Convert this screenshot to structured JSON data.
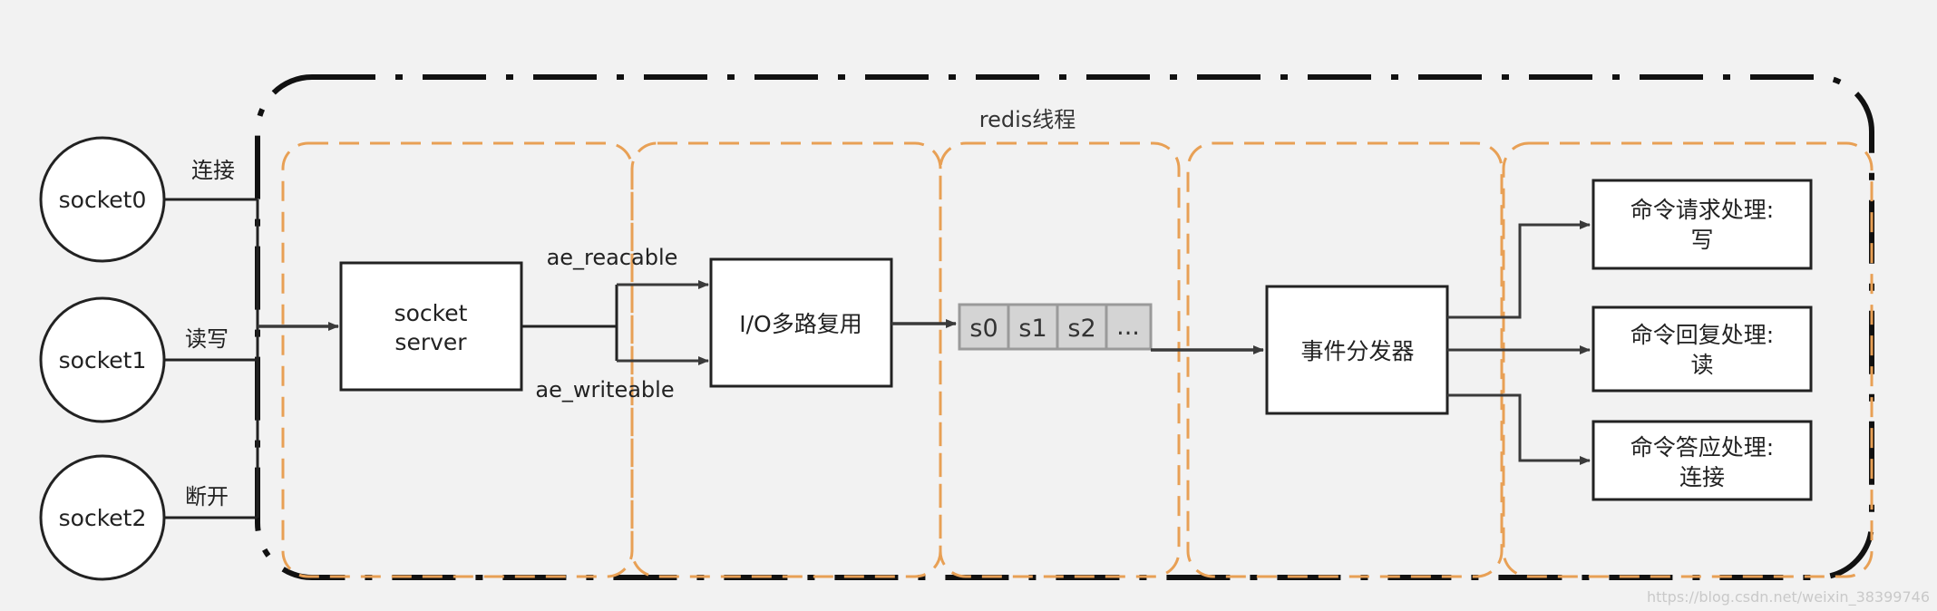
{
  "title": "redis线程",
  "clients": [
    {
      "id": "socket0",
      "label": "socket0",
      "edge_label": "连接"
    },
    {
      "id": "socket1",
      "label": "socket1",
      "edge_label": "读写"
    },
    {
      "id": "socket2",
      "label": "socket2",
      "edge_label": "断开"
    }
  ],
  "socket_server": {
    "line1": "socket",
    "line2": "server"
  },
  "multiplexer": {
    "label": "I/O多路复用"
  },
  "events": {
    "readable": "ae_reacable",
    "writeable": "ae_writeable"
  },
  "queue": {
    "items": [
      "s0",
      "s1",
      "s2",
      "..."
    ]
  },
  "dispatcher": {
    "label": "事件分发器"
  },
  "handlers": [
    {
      "id": "request",
      "line1": "命令请求处理:",
      "line2": "写"
    },
    {
      "id": "reply",
      "line1": "命令回复处理:",
      "line2": "读"
    },
    {
      "id": "accept",
      "line1": "命令答应处理:",
      "line2": "连接"
    }
  ],
  "watermark": "https://blog.csdn.net/weixin_38399746",
  "colors": {
    "background": "#f2f2f2",
    "stroke": "#222222",
    "arrow": "#3a3a3a",
    "group_dash": "#e8a055",
    "queue_fill": "#d4d4d4",
    "queue_stroke": "#9a9a9a"
  }
}
